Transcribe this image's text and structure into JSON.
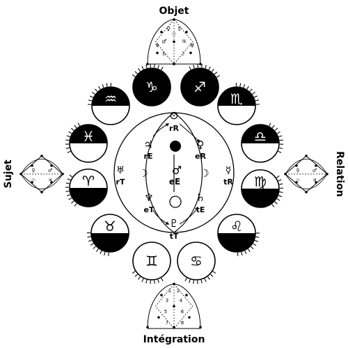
{
  "corner_labels": {
    "top": "Objet",
    "right": "Relation",
    "bottom": "Intégration",
    "left": "Sujet"
  },
  "zodiac": [
    {
      "name": "capricorn",
      "glyph": "♑",
      "style": "black-full"
    },
    {
      "name": "sagittarius",
      "glyph": "♐",
      "style": "black-full"
    },
    {
      "name": "scorpio",
      "glyph": "♏",
      "style": "black-top"
    },
    {
      "name": "libra",
      "glyph": "♎",
      "style": "black-top"
    },
    {
      "name": "virgo",
      "glyph": "♍",
      "style": "black-bottom"
    },
    {
      "name": "leo",
      "glyph": "♌",
      "style": "black-bottom"
    },
    {
      "name": "cancer",
      "glyph": "♋",
      "style": "white-full"
    },
    {
      "name": "gemini",
      "glyph": "♊",
      "style": "white-full"
    },
    {
      "name": "taurus",
      "glyph": "♉",
      "style": "black-bottom"
    },
    {
      "name": "aries",
      "glyph": "♈",
      "style": "black-bottom"
    },
    {
      "name": "pisces",
      "glyph": "♓",
      "style": "black-top"
    },
    {
      "name": "aquarius",
      "glyph": "♒",
      "style": "black-top"
    }
  ],
  "center": {
    "labels": {
      "rR": "rR",
      "rE": "rE",
      "eR": "eR",
      "rT": "rT",
      "eE": "eE",
      "tR": "tR",
      "eT": "eT",
      "tE": "tE",
      "tT": "tT"
    },
    "glyphs": {
      "sun": "⊙",
      "jupiter": "♃",
      "venus": "♀",
      "uranus": "♅",
      "mars": "♂",
      "mercury": "☿",
      "moon_left": "☽",
      "moon_right": "☽",
      "neptune": "♆",
      "saturn": "♄",
      "pluto": "♇"
    }
  },
  "mini": {
    "top": {
      "glyphs": [
        "♀",
        "☿",
        "☉",
        "♂",
        "♃",
        "♄",
        "☽",
        "♆",
        "♅"
      ]
    },
    "right": {
      "glyphs": [
        "♀",
        "♂",
        "☉",
        "♃"
      ]
    },
    "left": {
      "glyphs": [
        "♀",
        "♂",
        "☉",
        "♃"
      ]
    },
    "bottom": {
      "numbers": [
        "1",
        "2",
        "3",
        "4",
        "5",
        "6",
        "7",
        "8"
      ]
    }
  }
}
